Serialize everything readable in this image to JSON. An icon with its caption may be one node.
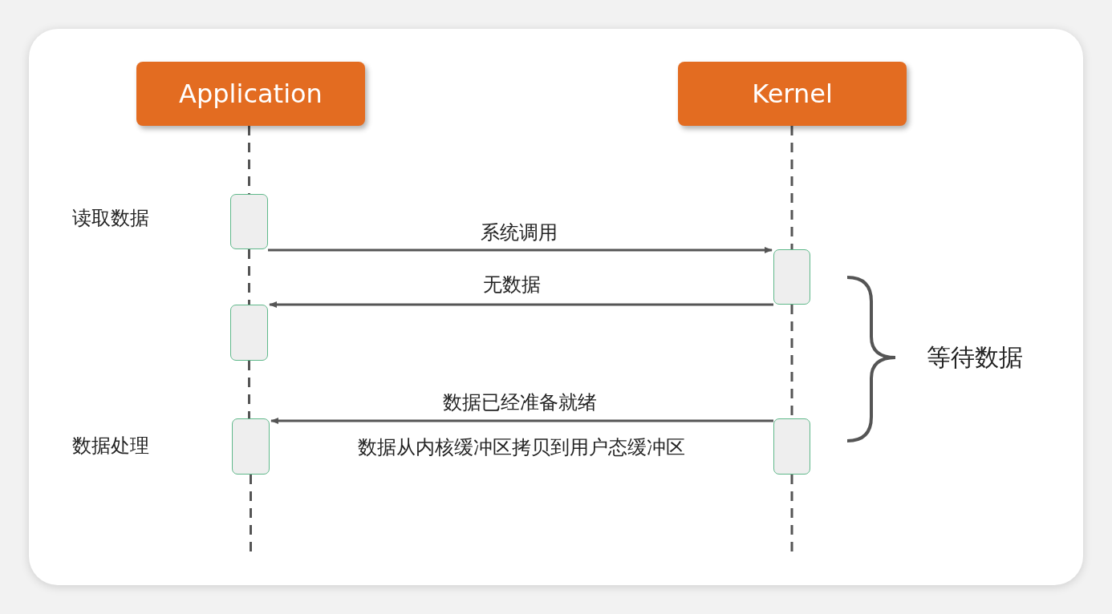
{
  "diagram": {
    "nodes": [
      {
        "text": [
          "Application"
        ]
      },
      {
        "text": [
          "Kernel"
        ]
      },
      {
        "text": [],
        "shape": "box"
      },
      {
        "text": [],
        "shape": "box"
      },
      {
        "text": [],
        "shape": "box"
      },
      {
        "text": [],
        "shape": "box"
      },
      {
        "text": [],
        "shape": "box"
      }
    ],
    "edges": [
      {
        "from": 2,
        "to": 3,
        "arrow": "to",
        "label": "系统调用"
      },
      {
        "from": 3,
        "to": 4,
        "arrow": "to",
        "label": "无数据"
      },
      {
        "from": 6,
        "to": 5,
        "arrow": "to",
        "label": "数据已经准备就绪"
      },
      {
        "from": 0,
        "to": 2,
        "arrow": "none",
        "style": "dashed"
      },
      {
        "from": 2,
        "to": 4,
        "arrow": "none",
        "style": "dashed"
      },
      {
        "from": 4,
        "to": 5,
        "arrow": "none",
        "style": "dashed"
      },
      {
        "from": 5,
        "to": null,
        "arrow": "none",
        "style": "dashed"
      },
      {
        "from": 1,
        "to": 3,
        "arrow": "none",
        "style": "dashed"
      },
      {
        "from": 3,
        "to": 6,
        "arrow": "none",
        "style": "dashed"
      },
      {
        "from": 6,
        "to": null,
        "arrow": "none",
        "style": "dashed"
      }
    ],
    "labels": [
      "读取数据",
      "数据从内核缓冲区拷贝到用户态缓冲区",
      "数据处理",
      "等待数据"
    ]
  }
}
